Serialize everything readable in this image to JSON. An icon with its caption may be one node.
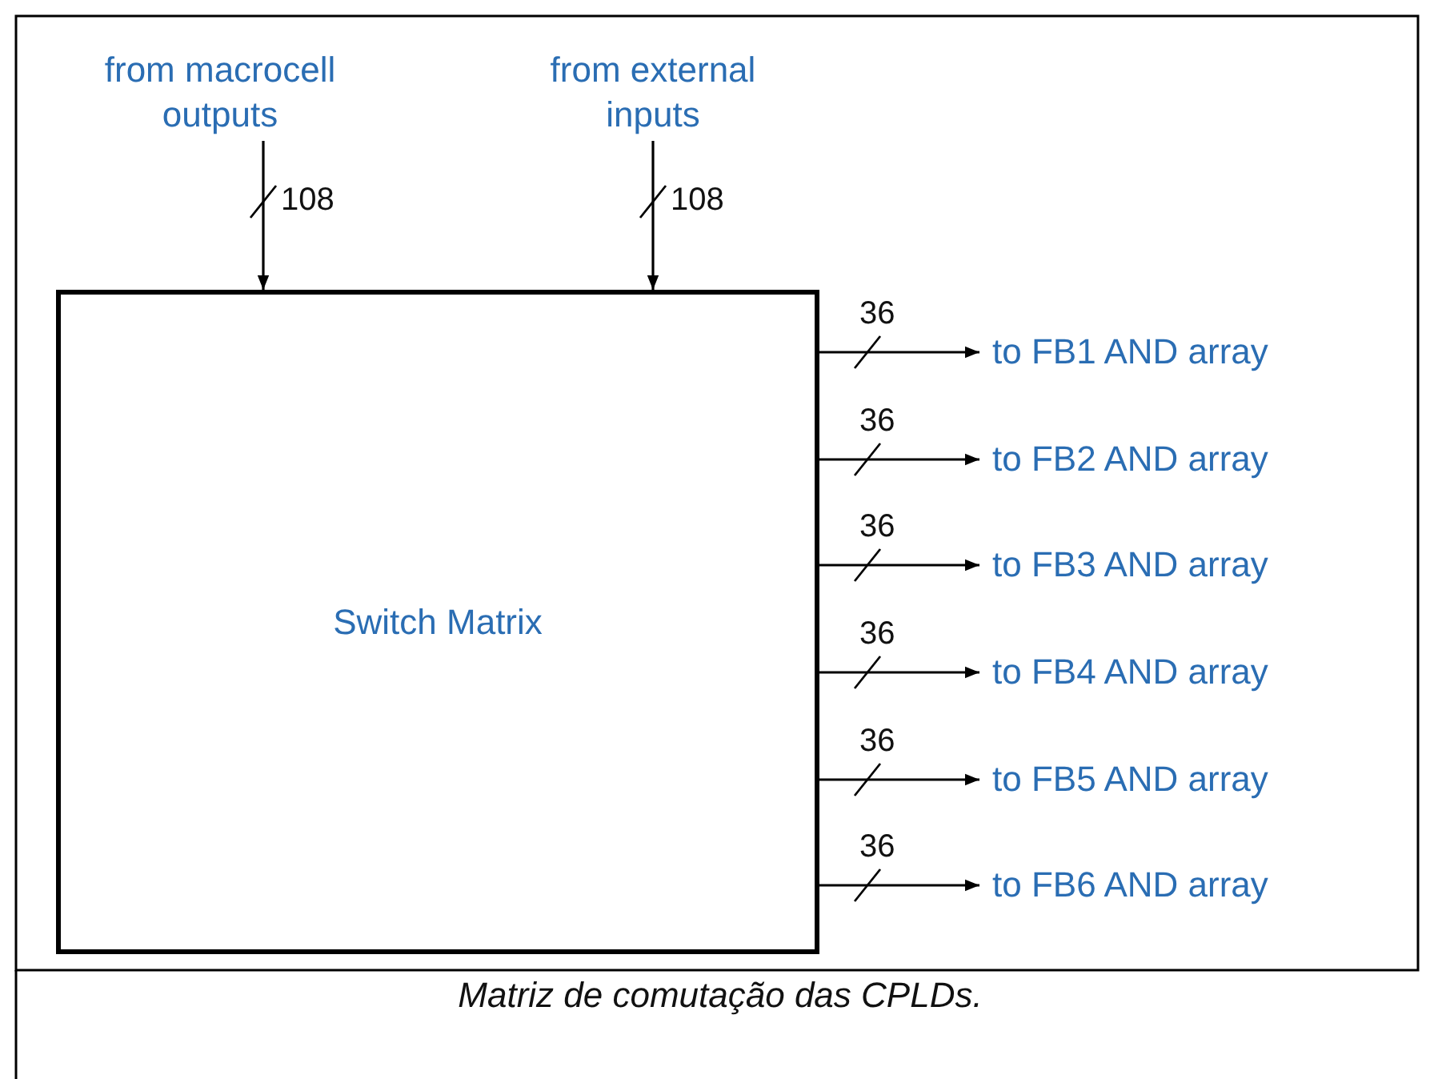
{
  "diagram": {
    "caption": "Matriz de comutação das CPLDs.",
    "nodes": [
      {
        "text": [
          "from macrocell outputs"
        ]
      },
      {
        "text": [
          "from external inputs"
        ]
      },
      {
        "text": [
          "Switch Matrix"
        ]
      },
      {
        "text": [
          "to FB1 AND array"
        ]
      },
      {
        "text": [
          "to FB2 AND array"
        ]
      },
      {
        "text": [
          "to FB3 AND array"
        ]
      },
      {
        "text": [
          "to FB4 AND array"
        ]
      },
      {
        "text": [
          "to FB5 AND array"
        ]
      },
      {
        "text": [
          "to FB6 AND array"
        ]
      }
    ],
    "edges": [
      {
        "from": 0,
        "to": 2,
        "arrow": "to",
        "label": "108"
      },
      {
        "from": 1,
        "to": 2,
        "arrow": "to",
        "label": "108"
      },
      {
        "from": 2,
        "to": 3,
        "arrow": "to",
        "label": "36"
      },
      {
        "from": 2,
        "to": 4,
        "arrow": "to",
        "label": "36"
      },
      {
        "from": 2,
        "to": 5,
        "arrow": "to",
        "label": "36"
      },
      {
        "from": 2,
        "to": 6,
        "arrow": "to",
        "label": "36"
      },
      {
        "from": 2,
        "to": 7,
        "arrow": "to",
        "label": "36"
      },
      {
        "from": 2,
        "to": 8,
        "arrow": "to",
        "label": "36"
      }
    ]
  }
}
